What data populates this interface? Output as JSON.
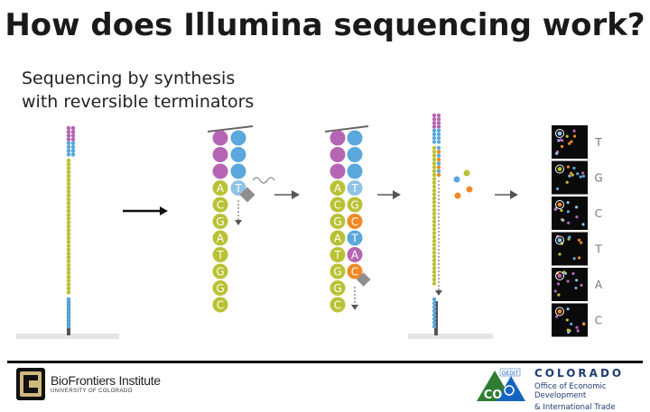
{
  "slide": {
    "title": "How does Illumina sequencing work?",
    "subtitle_line1": "Sequencing by synthesis",
    "subtitle_line2": "with reversible terminators"
  },
  "diagram": {
    "template_left_letters": [
      "A",
      "C",
      "G",
      "A",
      "T",
      "G",
      "G",
      "C"
    ],
    "template_right_letters_step1": [
      "T"
    ],
    "template_right_letters_step2": [
      "T",
      "G",
      "C",
      "T",
      "A",
      "C"
    ],
    "read_bases": [
      "T",
      "G",
      "C",
      "T",
      "A",
      "C"
    ],
    "colors": {
      "purple": "#b565b3",
      "blue": "#5aa8dc",
      "olive": "#b9c234",
      "orange": "#f08a24",
      "lightblue": "#8fc3e8",
      "gray": "#8e8e8e",
      "dark": "#111111"
    }
  },
  "footer": {
    "institute_name": "BioFrontiers Institute",
    "institute_sub": "UNIVERSITY OF COLORADO",
    "badge_top": "OEDIT",
    "badge_co": "CO",
    "state_name": "COLORADO",
    "office_line1": "Office of Economic Development",
    "office_line2": "& International Trade"
  }
}
